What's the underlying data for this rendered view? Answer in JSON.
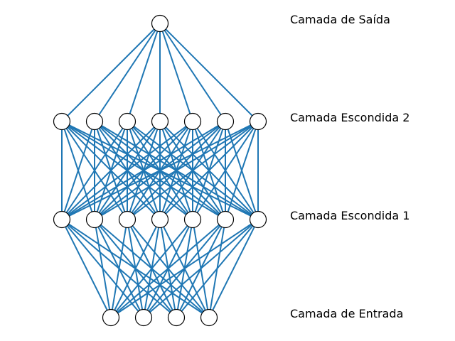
{
  "diagram": {
    "type": "neural-network",
    "edge_color": "#1f77b4",
    "node_fill": "#ffffff",
    "node_stroke": "#000000",
    "layers": [
      {
        "id": "output",
        "label": "Camada de Saída",
        "nodes": 1
      },
      {
        "id": "hidden2",
        "label": "Camada Escondida 2",
        "nodes": 7
      },
      {
        "id": "hidden1",
        "label": "Camada Escondida 1",
        "nodes": 7
      },
      {
        "id": "input",
        "label": "Camada de Entrada",
        "nodes": 4
      }
    ]
  }
}
